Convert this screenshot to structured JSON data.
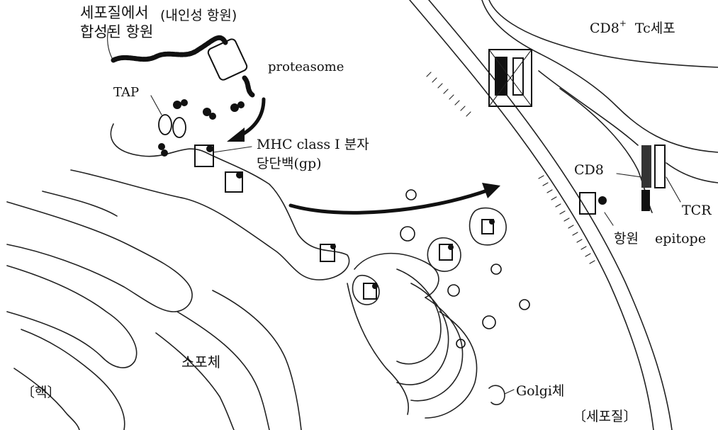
{
  "labels": {
    "cytosol_antigen_line1": "세포질에서",
    "cytosol_antigen_line2": "합성된 항원",
    "endogenous_antigen": "(내인성 항원)",
    "proteasome": "proteasome",
    "tap": "TAP",
    "mhc_line1": "MHC class Ⅰ 분자",
    "mhc_line2": "당단백(gp)",
    "cd8_tc_prefix": "CD8",
    "cd8_tc_sup": "+",
    "cd8_tc_suffix": "Tc세포",
    "cd8": "CD8",
    "tcr": "TCR",
    "antigen": "항원",
    "epitope": "epitope",
    "er": "소포체",
    "golgi": "Golgi체",
    "nucleus": "〔핵〕",
    "cytoplasm": "〔세포질〕"
  }
}
